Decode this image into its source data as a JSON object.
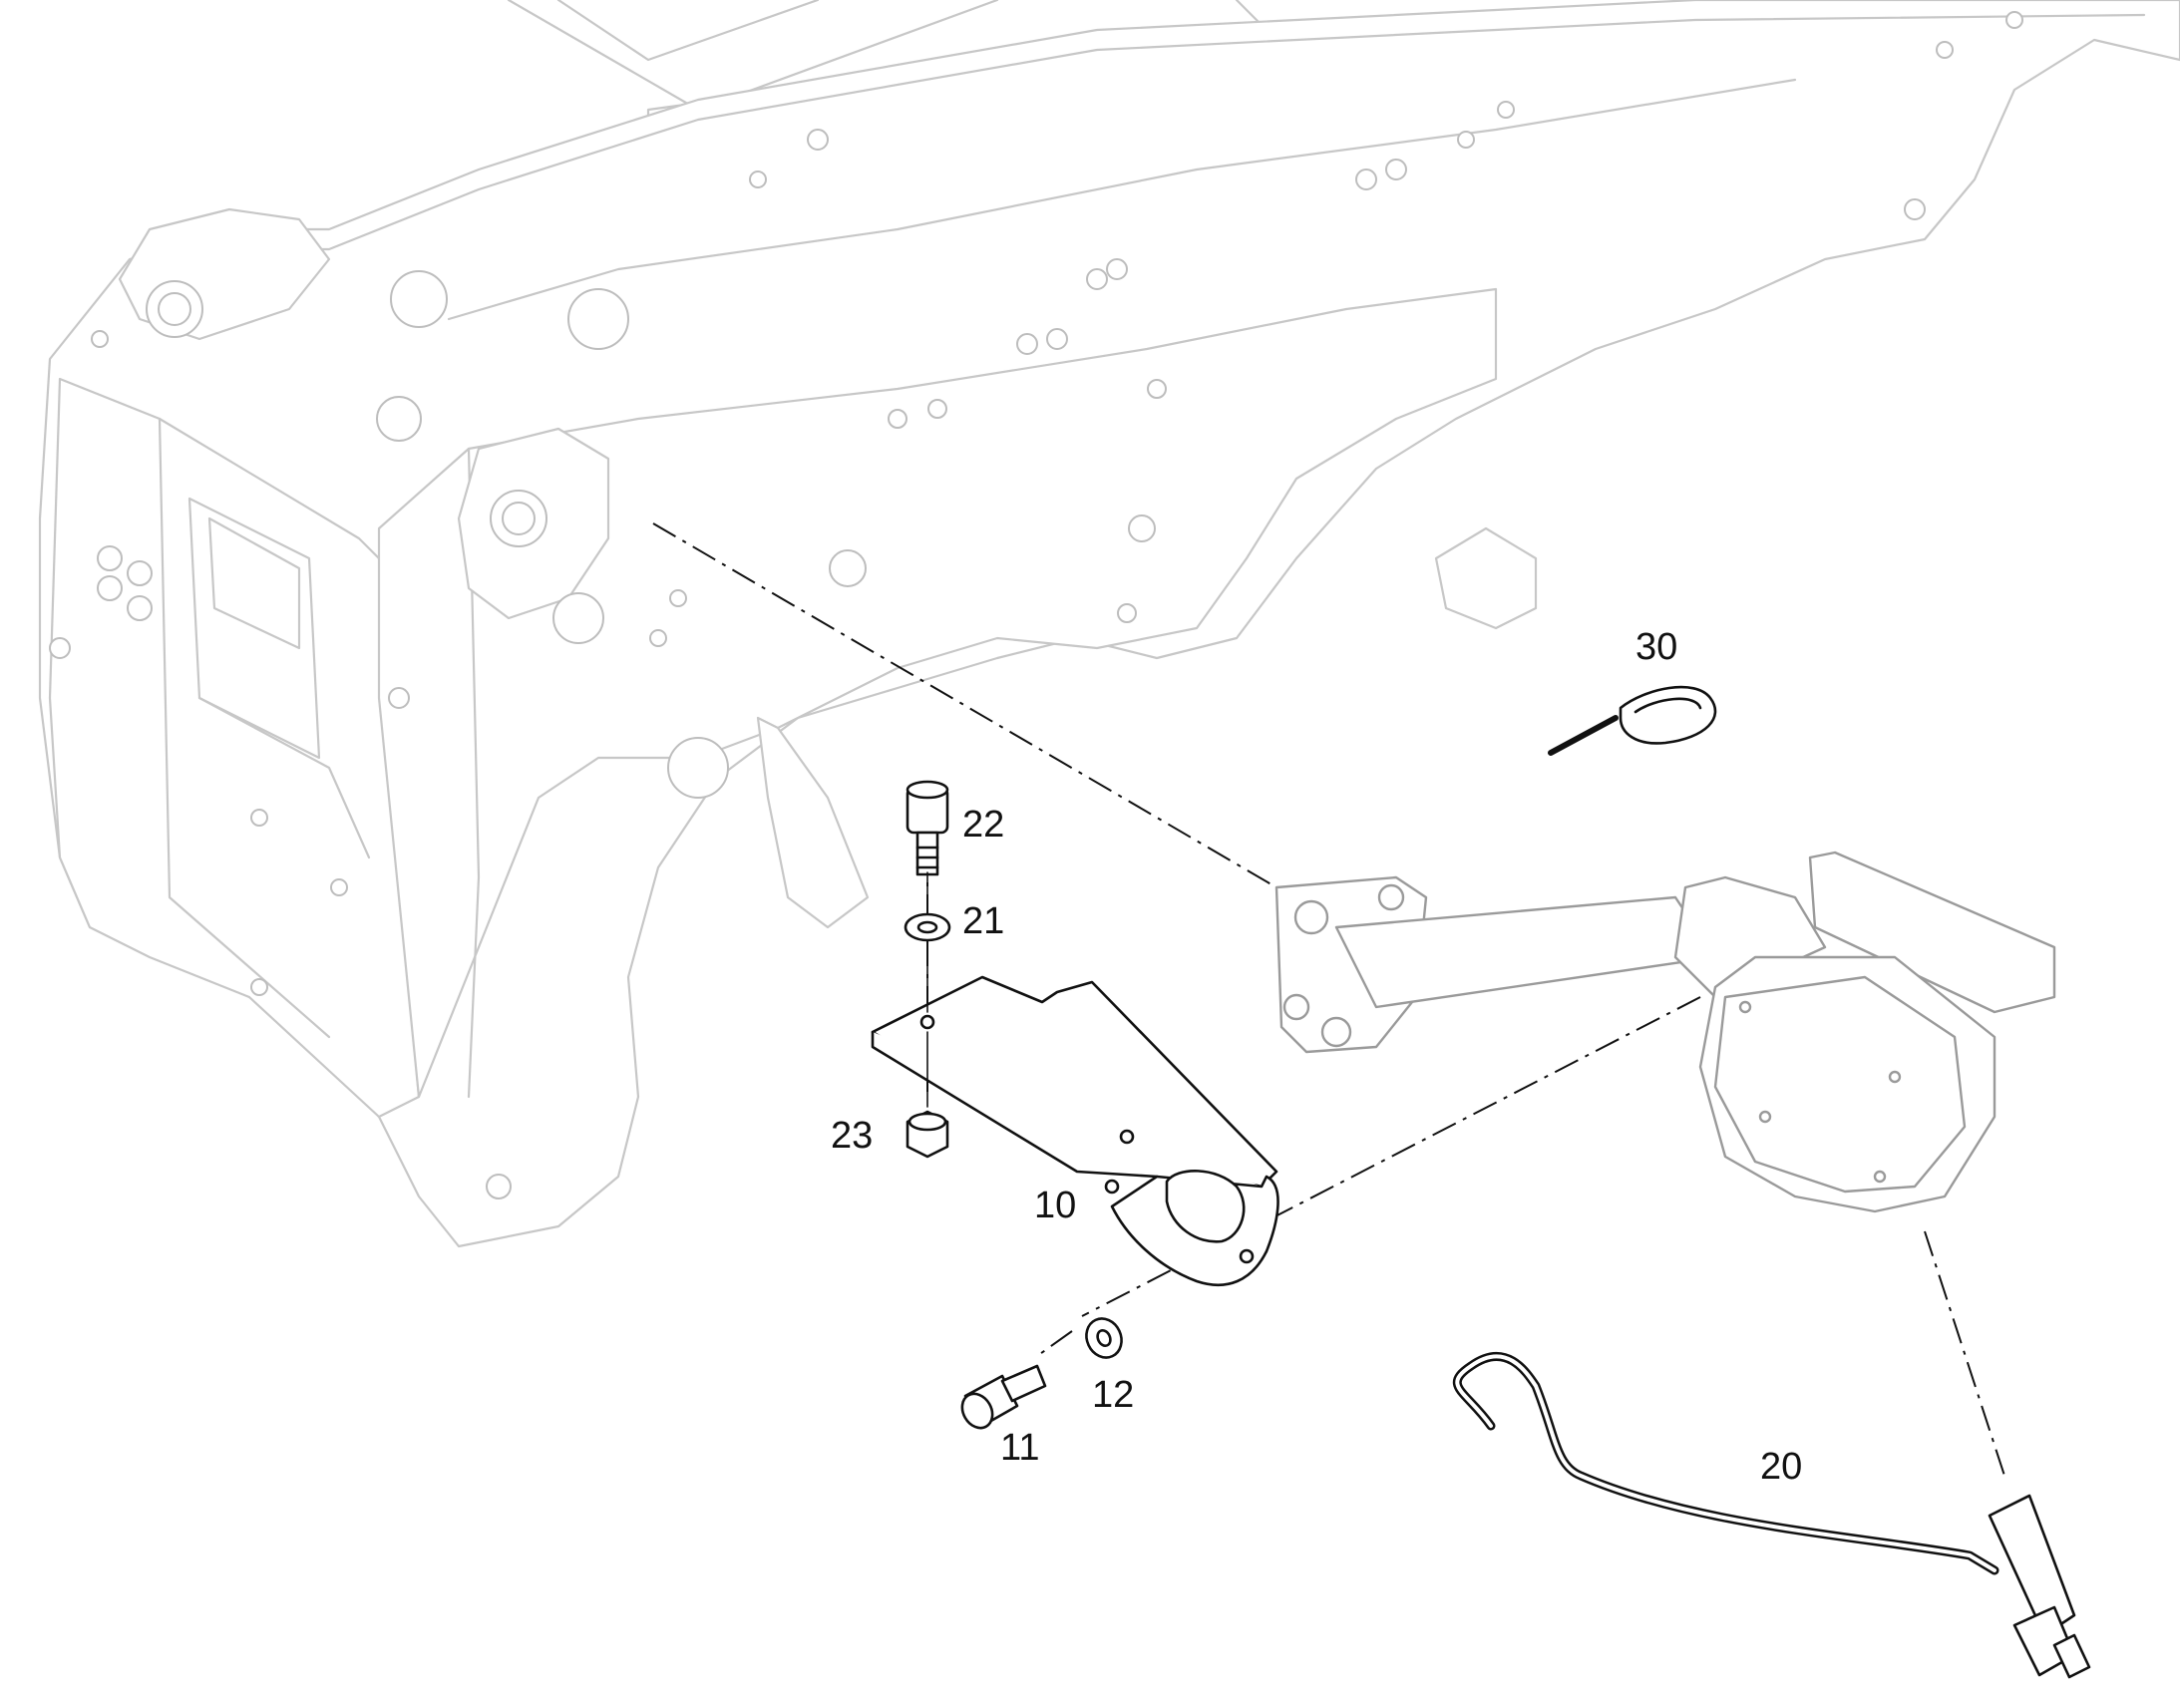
{
  "callouts": {
    "c10": "10",
    "c11": "11",
    "c12": "12",
    "c20": "20",
    "c21": "21",
    "c22": "22",
    "c23": "23",
    "c30": "30"
  }
}
